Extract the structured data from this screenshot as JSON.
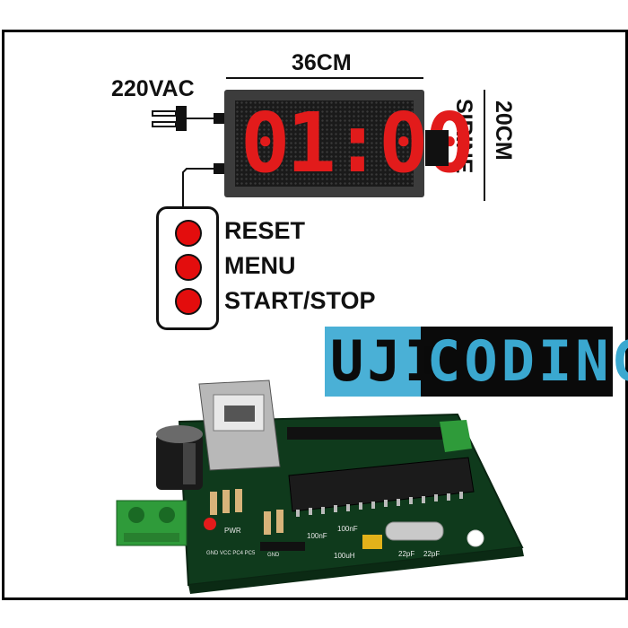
{
  "diagram": {
    "power_label": "220VAC",
    "width_label": "36CM",
    "height_label": "20CM",
    "siren_label": "SIRINE",
    "display_time": "01:00",
    "buttons": [
      {
        "label": "RESET"
      },
      {
        "label": "MENU"
      },
      {
        "label": "START/STOP"
      }
    ]
  },
  "brand": {
    "left_text": "UJI",
    "right_text": "CODING"
  },
  "board": {
    "silkscreen": [
      "PWR",
      "100nF",
      "100nF",
      "100uH",
      "22pF",
      "22pF",
      "GND VCC PC4 PC5",
      "GND"
    ]
  },
  "colors": {
    "led_red": "#e21b1b",
    "brand_blue": "#4ab0d6",
    "pcb_green": "#0f3a1c"
  }
}
